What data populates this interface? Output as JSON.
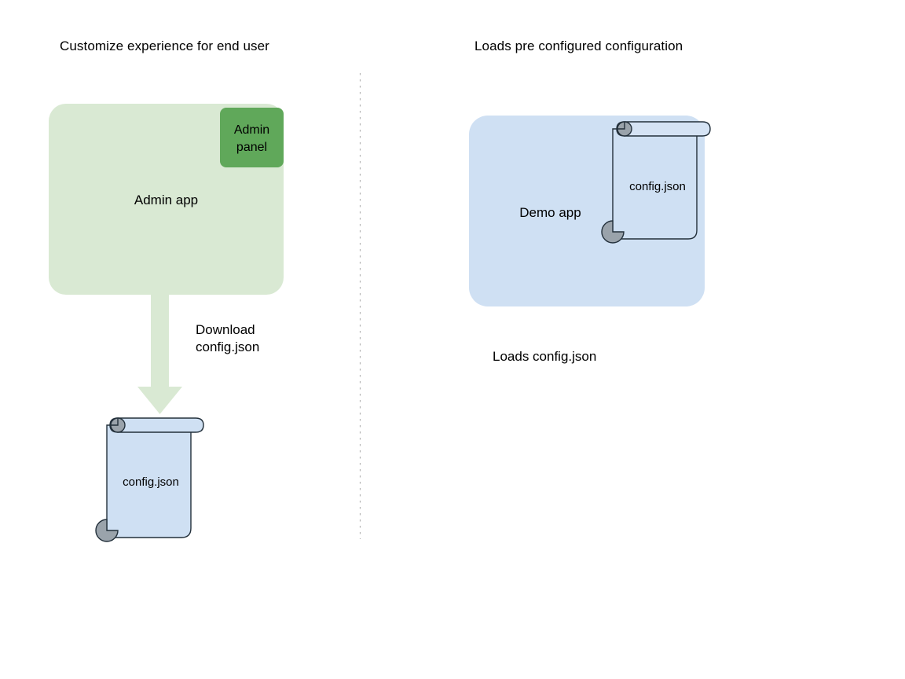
{
  "diagram": {
    "title_left": "Customize experience for end user",
    "title_right": "Loads pre configured configuration",
    "divider": "vertical-dotted-divider",
    "colors": {
      "app_green_fill": "#d9e9d3",
      "badge_green_fill": "#60a85a",
      "app_blue_fill": "#cfe0f3",
      "doc_blue_fill": "#cfe0f3",
      "doc_stroke": "#23303b",
      "roll_gray": "#9aa3ab",
      "arrow_green_fill": "#d9e9d3",
      "divider_gray": "#b3b3b3",
      "text": "#000000"
    },
    "left_column": {
      "app_node": {
        "label": "Admin app",
        "badge_label": "Admin\npanel",
        "badge_line1": "Admin",
        "badge_line2": "panel"
      },
      "arrow": {
        "label_line1": "Download",
        "label_line2": "config.json",
        "direction": "down"
      },
      "document": {
        "label": "config.json"
      }
    },
    "right_column": {
      "app_node": {
        "label": "Demo app"
      },
      "document": {
        "label": "config.json"
      },
      "caption": "Loads config.json"
    }
  }
}
